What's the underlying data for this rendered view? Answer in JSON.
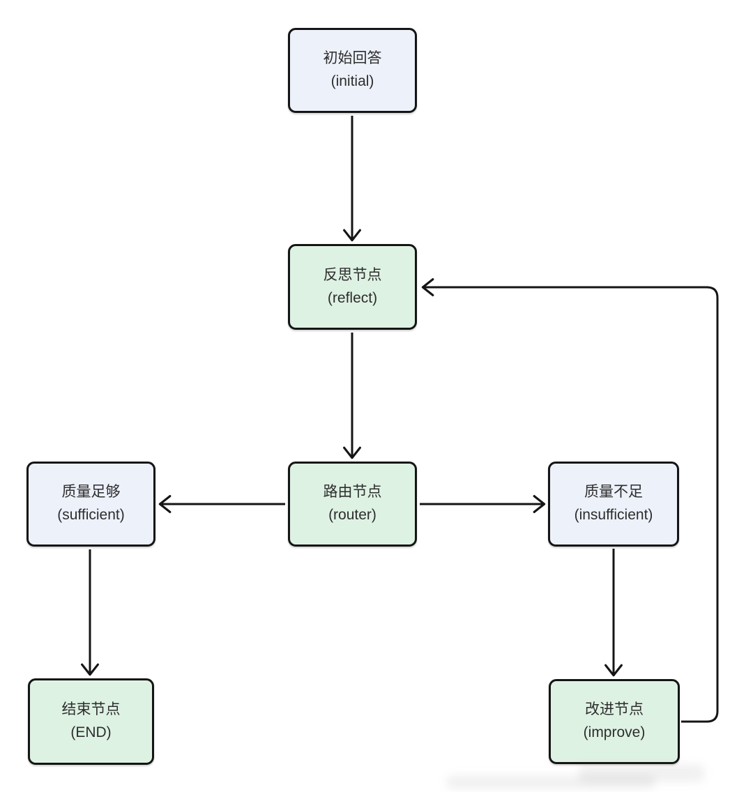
{
  "diagram": {
    "type": "flowchart",
    "nodes": {
      "initial": {
        "label_zh": "初始回答",
        "label_en": "(initial)",
        "color": "blue"
      },
      "reflect": {
        "label_zh": "反思节点",
        "label_en": "(reflect)",
        "color": "green"
      },
      "router": {
        "label_zh": "路由节点",
        "label_en": "(router)",
        "color": "green"
      },
      "sufficient": {
        "label_zh": "质量足够",
        "label_en": "(sufficient)",
        "color": "blue"
      },
      "insufficient": {
        "label_zh": "质量不足",
        "label_en": "(insufficient)",
        "color": "blue"
      },
      "end": {
        "label_zh": "结束节点",
        "label_en": "(END)",
        "color": "green"
      },
      "improve": {
        "label_zh": "改进节点",
        "label_en": "(improve)",
        "color": "green"
      }
    },
    "edges": [
      {
        "from": "initial",
        "to": "reflect",
        "direction": "down"
      },
      {
        "from": "reflect",
        "to": "router",
        "direction": "down"
      },
      {
        "from": "router",
        "to": "sufficient",
        "direction": "left"
      },
      {
        "from": "router",
        "to": "insufficient",
        "direction": "right"
      },
      {
        "from": "sufficient",
        "to": "end",
        "direction": "down"
      },
      {
        "from": "insufficient",
        "to": "improve",
        "direction": "down"
      },
      {
        "from": "improve",
        "to": "reflect",
        "direction": "loop-right-up-left"
      }
    ],
    "colors": {
      "background": "#ffffff",
      "node_blue_fill": "#edf1fa",
      "node_green_fill": "#def2e3",
      "node_border": "#151515",
      "edge_stroke": "#151515",
      "text": "#2d2d2d"
    }
  }
}
